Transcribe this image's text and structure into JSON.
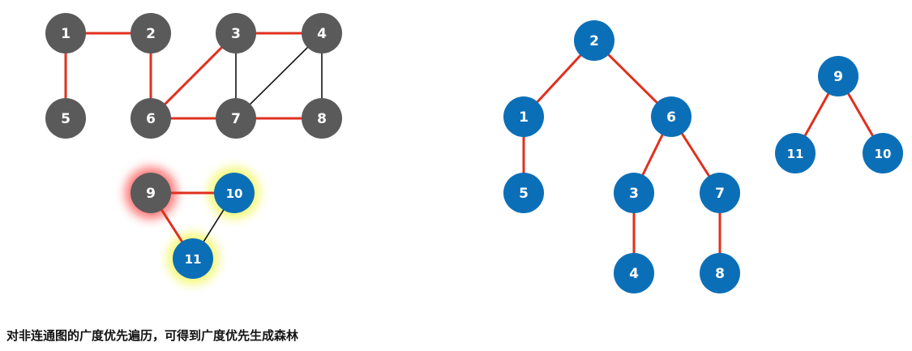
{
  "colors": {
    "gray_node": "#5a5a5a",
    "blue_node": "#0b6fb8",
    "tree_edge": "#e0301e",
    "non_tree_edge": "#111111",
    "label": "#ffffff",
    "glow_red": "#ff6b6b",
    "glow_yellow": "#f4f86a"
  },
  "graph": {
    "nodes": [
      {
        "id": "1",
        "label": "1",
        "color": "gray"
      },
      {
        "id": "2",
        "label": "2",
        "color": "gray"
      },
      {
        "id": "3",
        "label": "3",
        "color": "gray"
      },
      {
        "id": "4",
        "label": "4",
        "color": "gray"
      },
      {
        "id": "5",
        "label": "5",
        "color": "gray"
      },
      {
        "id": "6",
        "label": "6",
        "color": "gray"
      },
      {
        "id": "7",
        "label": "7",
        "color": "gray"
      },
      {
        "id": "8",
        "label": "8",
        "color": "gray"
      },
      {
        "id": "9",
        "label": "9",
        "color": "gray",
        "glow": "red"
      },
      {
        "id": "10",
        "label": "10",
        "color": "blue",
        "glow": "yellow"
      },
      {
        "id": "11",
        "label": "11",
        "color": "blue",
        "glow": "yellow"
      }
    ],
    "edges": [
      {
        "from": "1",
        "to": "2",
        "kind": "tree"
      },
      {
        "from": "1",
        "to": "5",
        "kind": "tree"
      },
      {
        "from": "2",
        "to": "6",
        "kind": "tree"
      },
      {
        "from": "3",
        "to": "4",
        "kind": "tree"
      },
      {
        "from": "3",
        "to": "6",
        "kind": "tree"
      },
      {
        "from": "3",
        "to": "7",
        "kind": "non-tree"
      },
      {
        "from": "4",
        "to": "7",
        "kind": "non-tree"
      },
      {
        "from": "4",
        "to": "8",
        "kind": "non-tree"
      },
      {
        "from": "6",
        "to": "7",
        "kind": "tree"
      },
      {
        "from": "7",
        "to": "8",
        "kind": "tree"
      },
      {
        "from": "9",
        "to": "10",
        "kind": "tree"
      },
      {
        "from": "9",
        "to": "11",
        "kind": "tree"
      },
      {
        "from": "10",
        "to": "11",
        "kind": "non-tree"
      }
    ]
  },
  "forest": {
    "nodes": [
      {
        "id": "2",
        "label": "2"
      },
      {
        "id": "1",
        "label": "1"
      },
      {
        "id": "6",
        "label": "6"
      },
      {
        "id": "5",
        "label": "5"
      },
      {
        "id": "3",
        "label": "3"
      },
      {
        "id": "7",
        "label": "7"
      },
      {
        "id": "4",
        "label": "4"
      },
      {
        "id": "8",
        "label": "8"
      },
      {
        "id": "9",
        "label": "9"
      },
      {
        "id": "11",
        "label": "11"
      },
      {
        "id": "10",
        "label": "10"
      }
    ],
    "edges": [
      {
        "from": "2",
        "to": "1"
      },
      {
        "from": "2",
        "to": "6"
      },
      {
        "from": "1",
        "to": "5"
      },
      {
        "from": "6",
        "to": "3"
      },
      {
        "from": "6",
        "to": "7"
      },
      {
        "from": "3",
        "to": "4"
      },
      {
        "from": "7",
        "to": "8"
      },
      {
        "from": "9",
        "to": "11"
      },
      {
        "from": "9",
        "to": "10"
      }
    ]
  },
  "caption": "对非连通图的广度优先遍历，可得到广度优先生成森林"
}
